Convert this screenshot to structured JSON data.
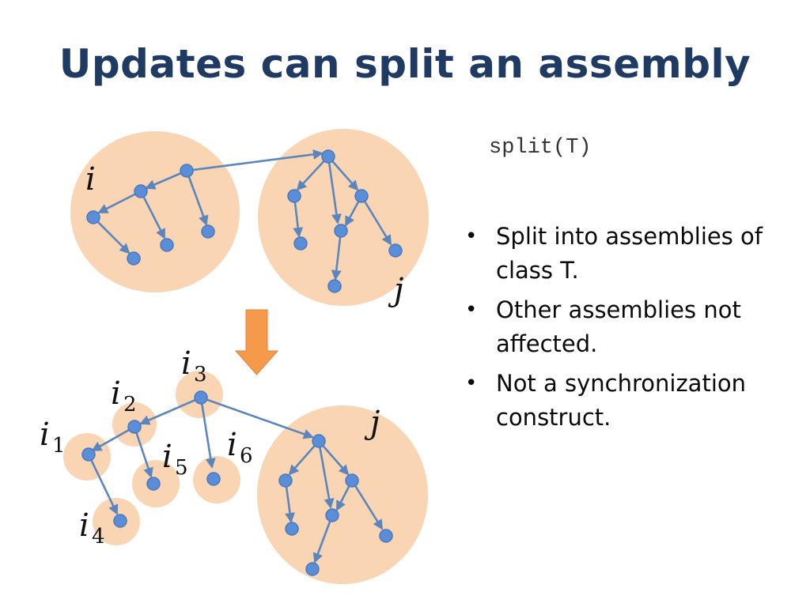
{
  "slide": {
    "title": "Updates can split an assembly",
    "code": "split(T)",
    "bullets": [
      "Split into assemblies of class T.",
      "Other assemblies not affected.",
      "Not a synchronization construct."
    ]
  },
  "diagram": {
    "before_labels": {
      "left": "i",
      "right": "j"
    },
    "after_labels": {
      "i1": "i",
      "i1_sub": "1",
      "i2": "i",
      "i2_sub": "2",
      "i3": "i",
      "i3_sub": "3",
      "i4": "i",
      "i4_sub": "4",
      "i5": "i",
      "i5_sub": "5",
      "i6": "i",
      "i6_sub": "6",
      "j": "j"
    },
    "colors": {
      "assembly_fill": "#f9d5b3",
      "node_fill": "#5b8ed8",
      "edge": "#5b86bd",
      "arrow": "#f59a4a",
      "title": "#1f3b63"
    }
  }
}
